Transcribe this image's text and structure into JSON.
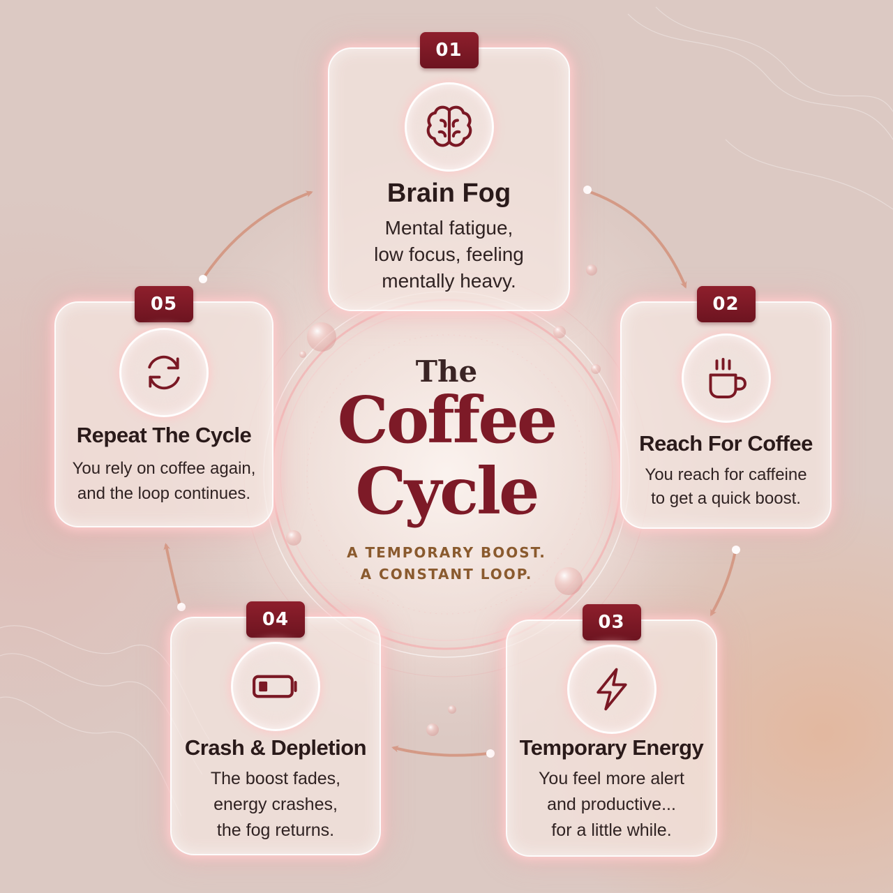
{
  "title": {
    "line1": "The",
    "line2": "Coffee",
    "line3": "Cycle"
  },
  "tagline": {
    "line1": "A TEMPORARY BOOST.",
    "line2": "A CONSTANT LOOP."
  },
  "colors": {
    "accent": "#7d1a27",
    "badge": "#7a1824",
    "arrow": "#d49a86",
    "tagline": "#8a5a2e"
  },
  "steps": [
    {
      "number": "01",
      "icon": "brain-icon",
      "title": "Brain Fog",
      "description": "Mental fatigue,\nlow focus, feeling\nmentally heavy."
    },
    {
      "number": "02",
      "icon": "coffee-cup-icon",
      "title": "Reach For Coffee",
      "description": "You reach for caffeine\nto get a quick boost."
    },
    {
      "number": "03",
      "icon": "lightning-bolt-icon",
      "title": "Temporary Energy",
      "description": "You feel more alert\nand productive...\nfor a little while."
    },
    {
      "number": "04",
      "icon": "low-battery-icon",
      "title": "Crash & Depletion",
      "description": "The boost fades,\nenergy crashes,\nthe fog returns."
    },
    {
      "number": "05",
      "icon": "refresh-cycle-icon",
      "title": "Repeat The Cycle",
      "description": "You rely on coffee again,\nand the loop continues."
    }
  ]
}
